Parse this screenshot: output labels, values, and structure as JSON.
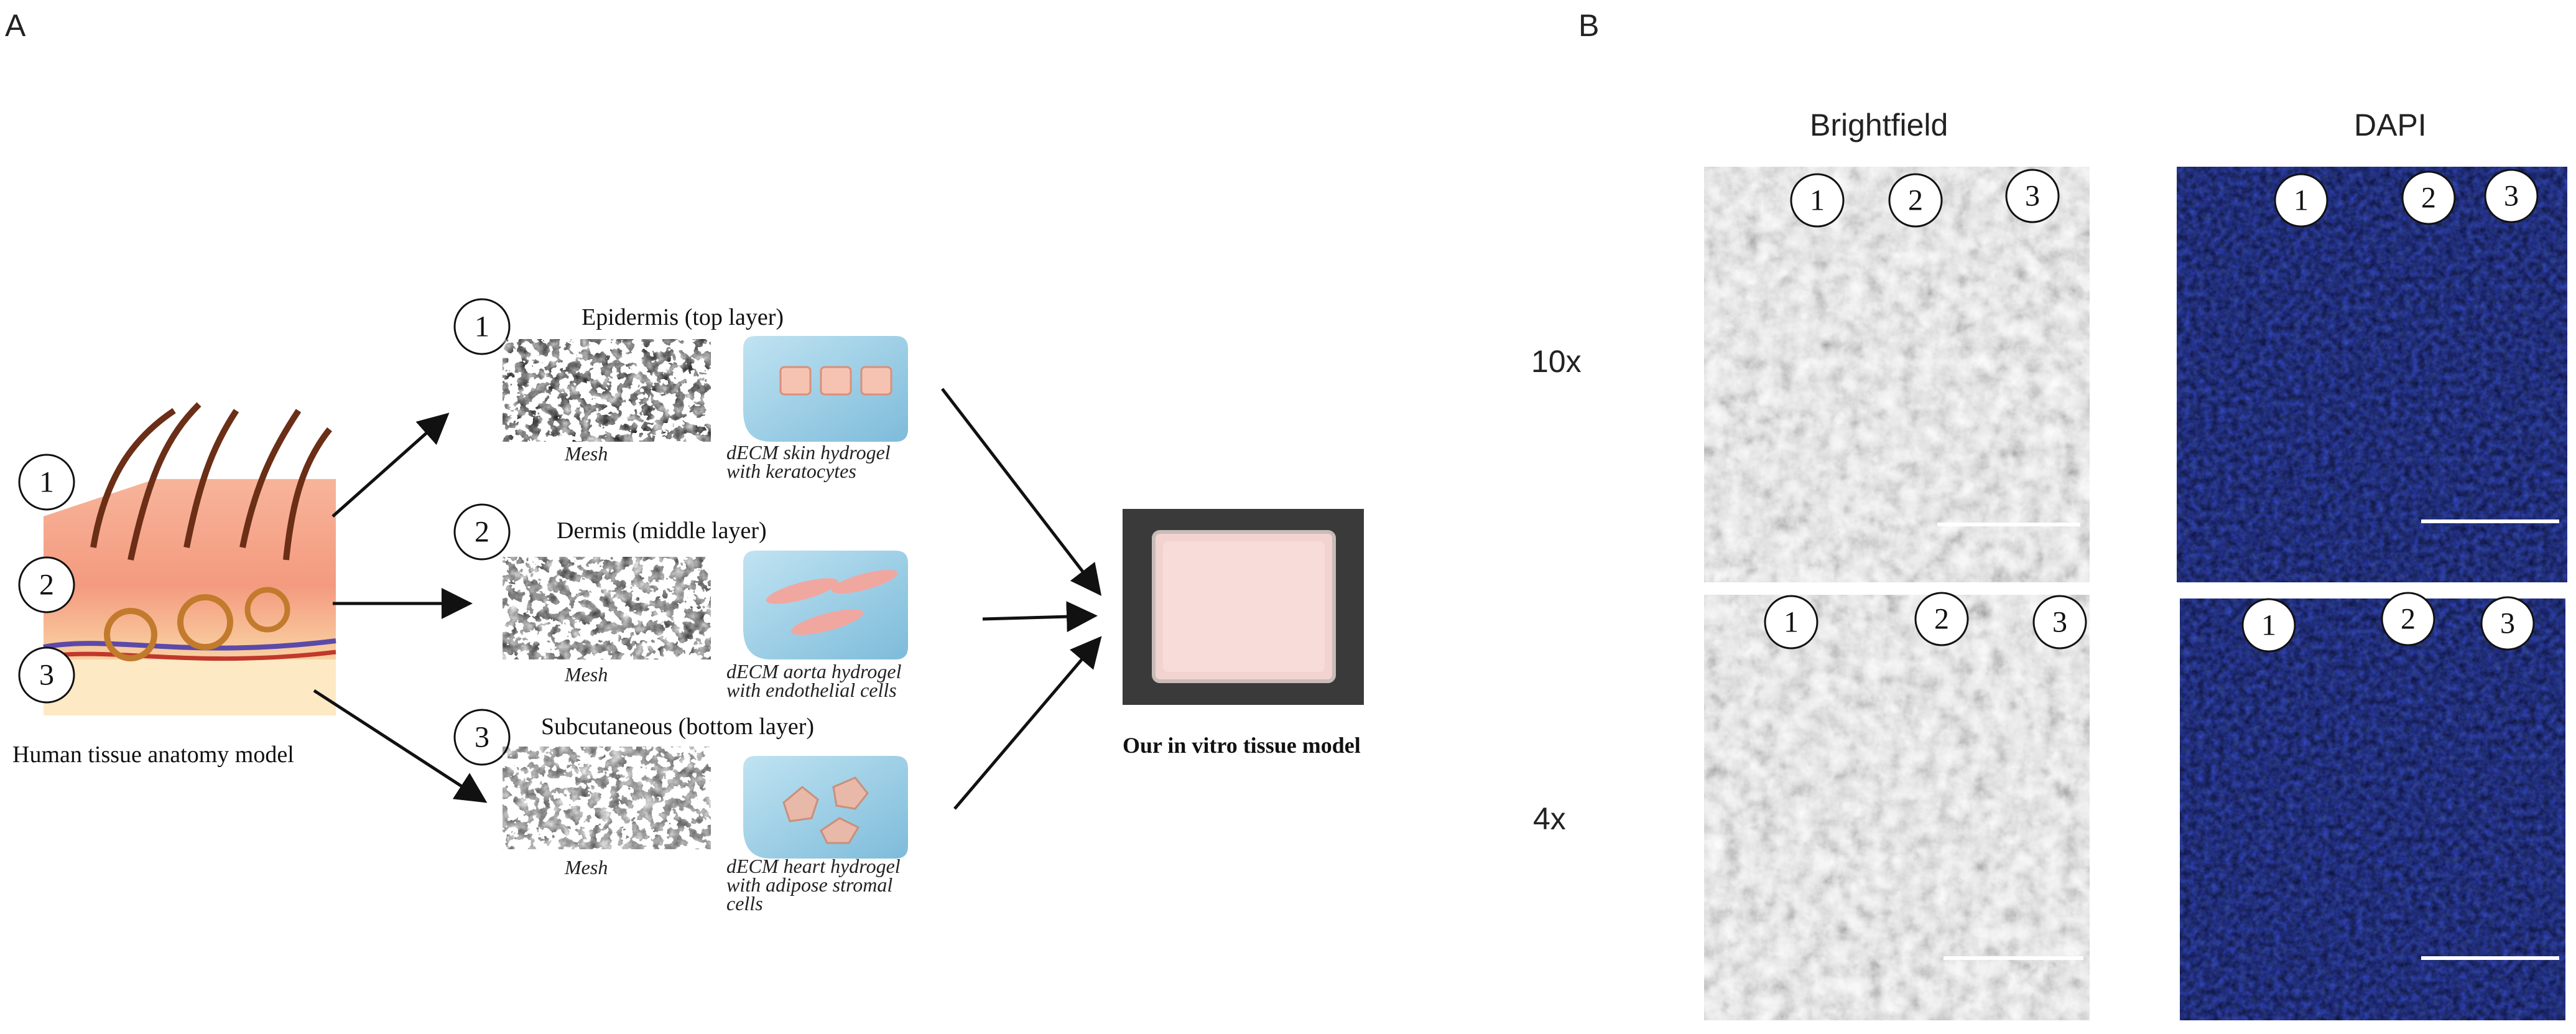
{
  "panels": {
    "a": "A",
    "b": "B"
  },
  "panel_a": {
    "anatomy_caption": "Human tissue anatomy model",
    "anatomy_markers": [
      "1",
      "2",
      "3"
    ],
    "layers": [
      {
        "num": "1",
        "title": "Epidermis (top layer)",
        "mesh_label": "Mesh",
        "hydrogel_line1": "dECM skin hydrogel",
        "hydrogel_line2": "with keratocytes",
        "hydrogel_line3": ""
      },
      {
        "num": "2",
        "title": "Dermis (middle layer)",
        "mesh_label": "Mesh",
        "hydrogel_line1": "dECM aorta hydrogel",
        "hydrogel_line2": "with endothelial cells",
        "hydrogel_line3": ""
      },
      {
        "num": "3",
        "title": "Subcutaneous (bottom layer)",
        "mesh_label": "Mesh",
        "hydrogel_line1": "dECM heart hydrogel",
        "hydrogel_line2": "with adipose stromal",
        "hydrogel_line3": "cells"
      }
    ],
    "model_caption": "Our in vitro tissue model"
  },
  "panel_b": {
    "col_headers": [
      "Brightfield",
      "DAPI"
    ],
    "row_labels": [
      "10x",
      "4x"
    ],
    "image_markers": [
      "1",
      "2",
      "3"
    ]
  },
  "colors": {
    "skin_top": "#f4a98c",
    "skin_mid": "#f6c09a",
    "skin_bottom": "#fbe2b4",
    "hair": "#6b2e16",
    "hydrogel": "#8fcbe4",
    "dapi_blue": "#1d2fa8",
    "brightfield_bg": "#d9d9d9",
    "model_pink": "#f4d6d2"
  }
}
